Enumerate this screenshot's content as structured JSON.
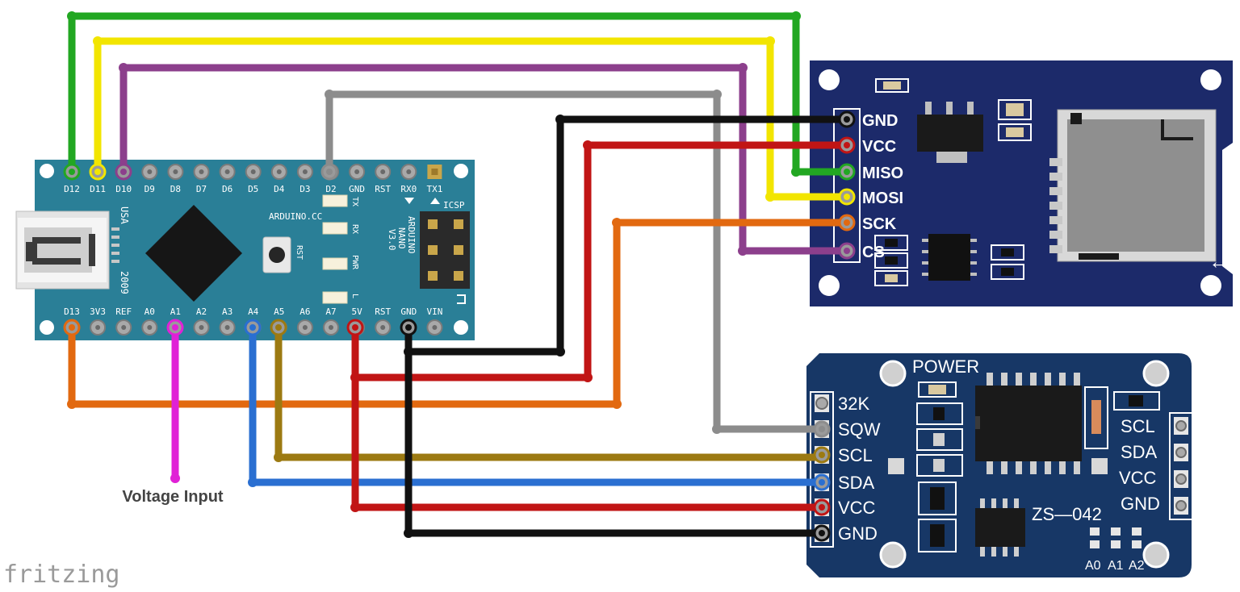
{
  "colors": {
    "nano_board": "#2a7f97",
    "sd_board": "#1c2a6a",
    "rtc_board": "#173766",
    "wire_green": "#22a722",
    "wire_yellow": "#f2e500",
    "wire_purple": "#8c3f8c",
    "wire_gray": "#8c8c8c",
    "wire_black": "#111111",
    "wire_red": "#c11515",
    "wire_orange": "#e26910",
    "wire_magenta": "#e021d6",
    "wire_blue": "#2a6fd1",
    "wire_olive": "#9c7a12"
  },
  "nano": {
    "top_pins": [
      "D12",
      "D11",
      "D10",
      "D9",
      "D8",
      "D7",
      "D6",
      "D5",
      "D4",
      "D3",
      "D2",
      "GND",
      "RST",
      "RX0",
      "TX1"
    ],
    "bottom_pins": [
      "D13",
      "3V3",
      "REF",
      "A0",
      "A1",
      "A2",
      "A3",
      "A4",
      "A5",
      "A6",
      "A7",
      "5V",
      "RST",
      "GND",
      "VIN"
    ],
    "usa": "USA",
    "year": "2009",
    "brand": "ARDUINO.CC",
    "model_lines": [
      "ARDUINO",
      "NANO",
      "V3.0"
    ],
    "icsp": "ICSP",
    "rst_button": "RST",
    "leds": [
      "TX",
      "RX",
      "PWR",
      "L"
    ]
  },
  "sd_module": {
    "pins": [
      "GND",
      "VCC",
      "MISO",
      "MOSI",
      "SCK",
      "CS"
    ],
    "arrow": "←"
  },
  "rtc_module": {
    "power_label": "POWER",
    "left_pins": [
      "32K",
      "SQW",
      "SCL",
      "SDA",
      "VCC",
      "GND"
    ],
    "right_pins": [
      "SCL",
      "SDA",
      "VCC",
      "GND"
    ],
    "eeprom_label": "ZS—042",
    "address_labels": [
      "A0",
      "A1",
      "A2"
    ]
  },
  "voltage_input": "Voltage Input",
  "fritzing_logo": "fritzing"
}
